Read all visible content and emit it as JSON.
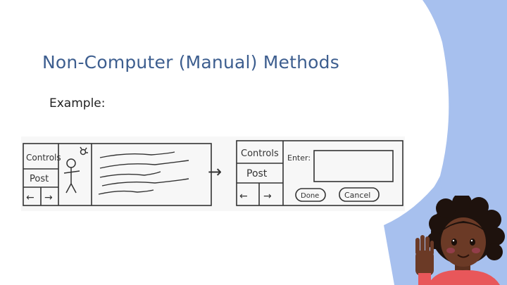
{
  "slide": {
    "title": "Non-Computer (Manual) Methods",
    "body": "Example:"
  },
  "sketch_left": {
    "controls": "Controls",
    "post": "Post",
    "arrow_left": "←",
    "arrow_right": "→"
  },
  "transition_arrow": "→",
  "sketch_right": {
    "controls": "Controls",
    "post": "Post",
    "arrow_left": "←",
    "arrow_right": "→",
    "enter_label": "Enter:",
    "done": "Done",
    "cancel": "Cancel"
  },
  "colors": {
    "title": "#3d5e8f",
    "bubble": "#a7c0ee",
    "skin": "#6b3a26",
    "hair": "#1e120d",
    "shirt": "#e8575a"
  }
}
